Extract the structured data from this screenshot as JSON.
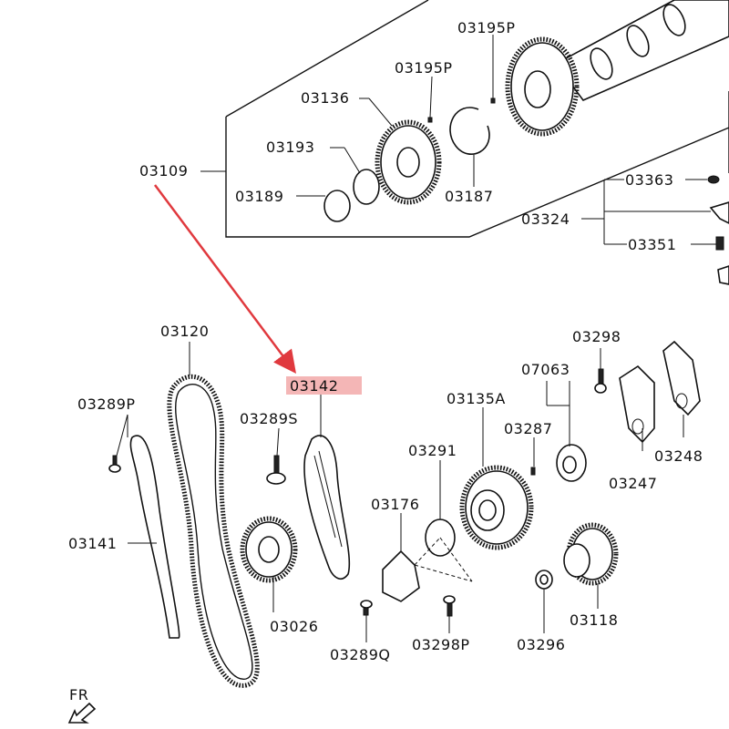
{
  "callouts": {
    "p03195P_top": "03195P",
    "p03195P_mid": "03195P",
    "p03136": "03136",
    "p03193": "03193",
    "p03109": "03109",
    "p03189": "03189",
    "p03187": "03187",
    "p03363": "03363",
    "p03324": "03324",
    "p03351": "03351",
    "p03120": "03120",
    "p03298_top": "03298",
    "p07063": "07063",
    "p03142": "03142",
    "p03289P": "03289P",
    "p03289S": "03289S",
    "p03135A": "03135A",
    "p03287": "03287",
    "p03248": "03248",
    "p03291": "03291",
    "p03247": "03247",
    "p03176": "03176",
    "p03141": "03141",
    "p03118": "03118",
    "p03026": "03026",
    "p03289Q": "03289Q",
    "p03298P": "03298P",
    "p03296": "03296",
    "fr": "FR"
  },
  "highlight": {
    "part": "03142",
    "fill": "#f4b6b6",
    "arrow_color": "#e0393e"
  }
}
